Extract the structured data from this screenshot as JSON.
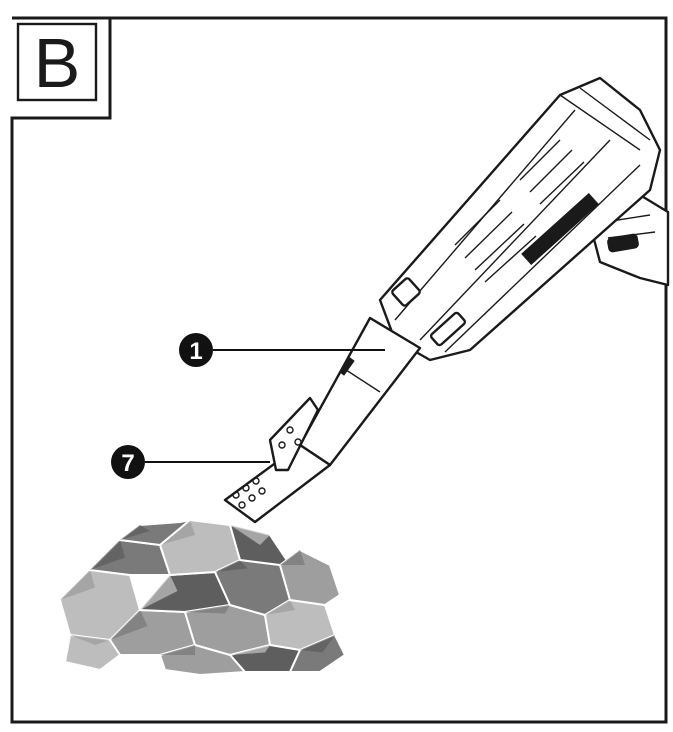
{
  "panel": {
    "label": "B"
  },
  "callouts": [
    {
      "number": "1"
    },
    {
      "number": "7"
    }
  ],
  "colors": {
    "line": "#1a1a1a",
    "rock_light": "#bdbdbd",
    "rock_mid": "#9e9e9e",
    "rock_dark": "#7a7a7a",
    "rock_darkest": "#5e5e5e"
  }
}
